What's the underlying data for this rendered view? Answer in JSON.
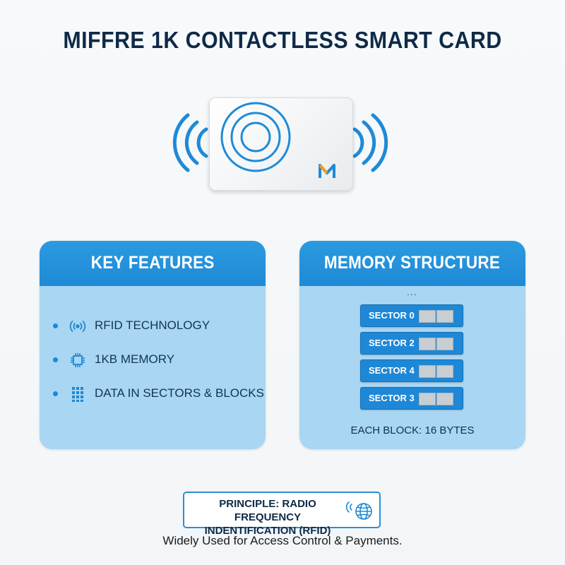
{
  "title": "MIFFRE 1K CONTACTLESS SMART CARD",
  "card": {
    "logo_letter": "M"
  },
  "features_panel": {
    "heading": "KEY FEATURES",
    "items": [
      {
        "icon": "rfid-waves-icon",
        "label": "RFID TECHNOLOGY"
      },
      {
        "icon": "chip-icon",
        "label": "1KB MEMORY"
      },
      {
        "icon": "grid-blocks-icon",
        "label": "DATA IN SECTORS & BLOCKS"
      }
    ]
  },
  "memory_panel": {
    "heading": "MEMORY STRUCTURE",
    "ellipsis": "...",
    "sectors": [
      "SECTOR 0",
      "SECTOR 2",
      "SECTOR 4",
      "SECTOR 3"
    ],
    "note": "EACH BLOCK: 16 BYTES"
  },
  "principle": {
    "line1": "PRINCIPLE: RADIO FREQUENCY",
    "line2": "INDENTIFICATION (RFID)",
    "icon": "globe-rfid-icon"
  },
  "footer": "Widely Used for Access Control & Payments.",
  "colors": {
    "accent": "#1f8ad6",
    "panel_bg": "#a9d6f2",
    "title": "#0e2a47"
  }
}
